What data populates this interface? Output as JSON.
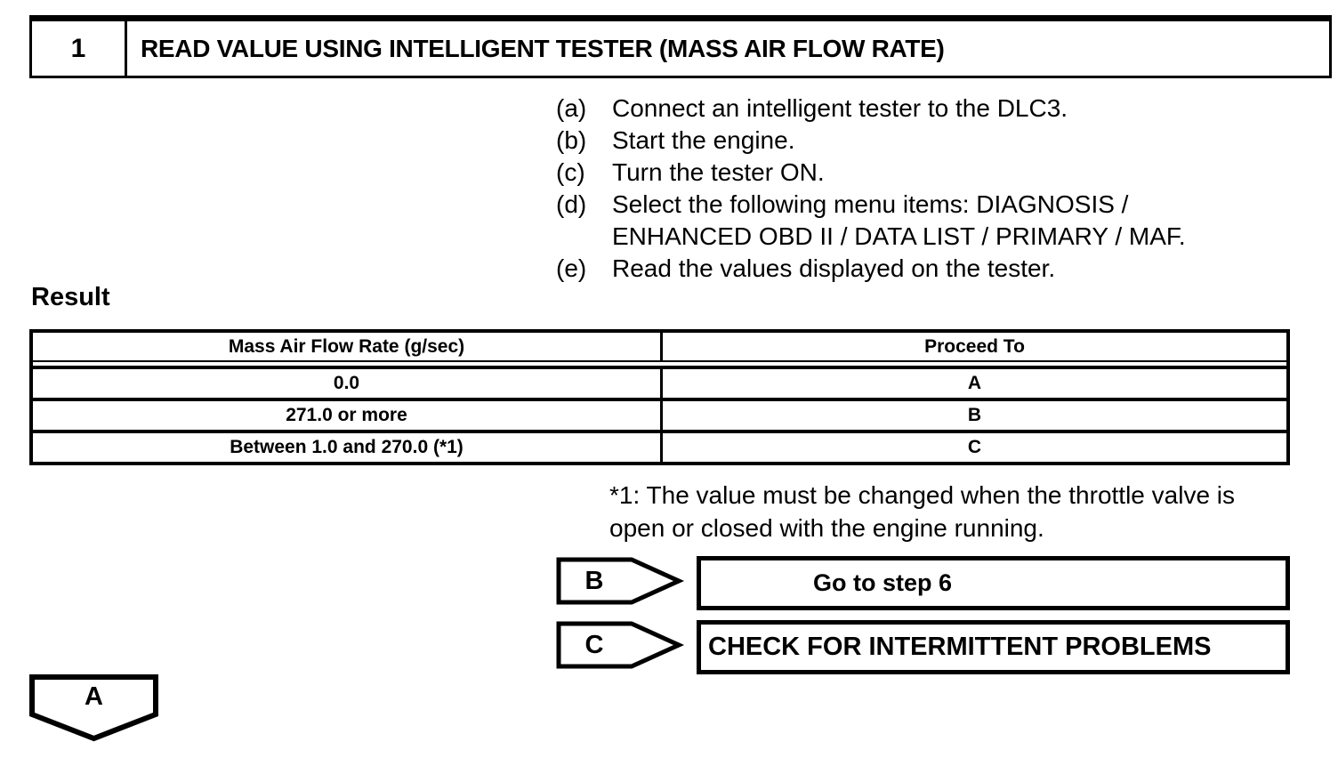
{
  "page": {
    "background_color": "#ffffff",
    "ink_color": "#000000"
  },
  "step_header": {
    "number": "1",
    "title": "READ VALUE USING INTELLIGENT TESTER (MASS AIR FLOW RATE)"
  },
  "procedure": {
    "items": [
      {
        "label": "(a)",
        "lines": [
          "Connect an intelligent tester to the DLC3."
        ]
      },
      {
        "label": "(b)",
        "lines": [
          "Start the engine."
        ]
      },
      {
        "label": "(c)",
        "lines": [
          "Turn the tester ON."
        ]
      },
      {
        "label": "(d)",
        "lines": [
          "Select the following menu items: DIAGNOSIS /",
          "ENHANCED OBD II / DATA LIST / PRIMARY / MAF."
        ]
      },
      {
        "label": "(e)",
        "lines": [
          "Read the values displayed on the tester."
        ]
      }
    ]
  },
  "result": {
    "heading": "Result",
    "table": {
      "columns": [
        "Mass Air Flow Rate (g/sec)",
        "Proceed To"
      ],
      "rows": [
        {
          "condition": "0.0",
          "proceed_to": "A"
        },
        {
          "condition": "271.0 or more",
          "proceed_to": "B"
        },
        {
          "condition": "Between 1.0 and 270.0 (*1)",
          "proceed_to": "C"
        }
      ]
    },
    "footnote_lines": [
      "*1: The value must be changed when the throttle valve is",
      "open or closed with the engine running."
    ]
  },
  "branches": [
    {
      "label": "B",
      "action": "Go to step 6"
    },
    {
      "label": "C",
      "action": "CHECK FOR INTERMITTENT PROBLEMS"
    }
  ],
  "continuation": {
    "label": "A"
  }
}
